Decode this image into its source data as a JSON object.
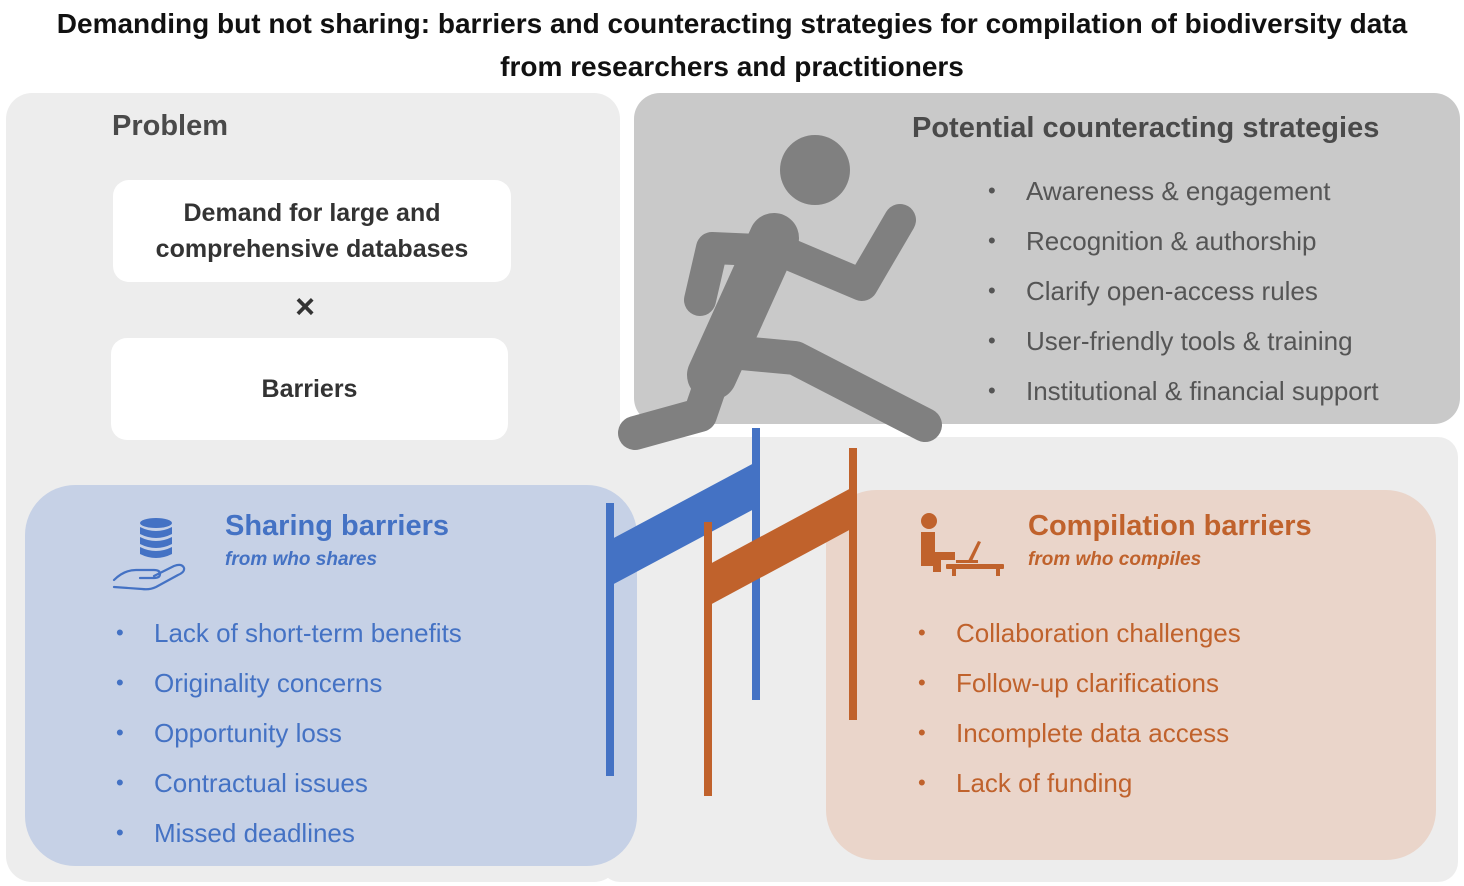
{
  "title": {
    "line1": "Demanding but not sharing: barriers and counteracting strategies for compilation of biodiversity data",
    "line2": "from researchers and practitioners"
  },
  "problem": {
    "heading": "Problem",
    "demand_line1": "Demand for large and",
    "demand_line2": "comprehensive databases",
    "operator": "×",
    "barriers": "Barriers"
  },
  "strategies": {
    "heading": "Potential counteracting strategies",
    "items": [
      "Awareness & engagement",
      "Recognition & authorship",
      "Clarify open-access rules",
      "User-friendly tools & training",
      "Institutional & financial support"
    ]
  },
  "sharing": {
    "title": "Sharing barriers",
    "subtitle": "from who shares",
    "icon": "database-hand-icon",
    "items": [
      "Lack of short-term benefits",
      "Originality concerns",
      "Opportunity loss",
      "Contractual issues",
      "Missed deadlines"
    ]
  },
  "compilation": {
    "title": "Compilation barriers",
    "subtitle": "from who compiles",
    "icon": "person-at-laptop-icon",
    "items": [
      "Collaboration challenges",
      "Follow-up clarifications",
      "Incomplete data access",
      "Lack of funding"
    ]
  },
  "colors": {
    "sharing": "#4472c4",
    "compilation": "#c0622c",
    "runner": "#808080",
    "strategy_panel": "#c9c9c9",
    "problem_panel": "#ededed"
  },
  "illustration": {
    "runner": "running-person-icon",
    "hurdles": [
      "blue-hurdle",
      "orange-hurdle"
    ]
  }
}
